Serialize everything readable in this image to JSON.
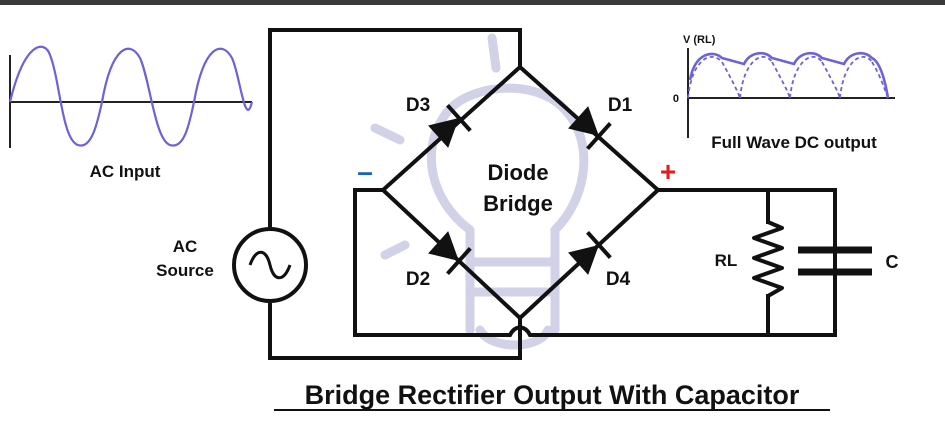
{
  "title": "Bridge Rectifier Output With Capacitor",
  "ac_input_label": "AC Input",
  "ac_source_label_line1": "AC",
  "ac_source_label_line2": "Source",
  "diode_bridge_line1": "Diode",
  "diode_bridge_line2": "Bridge",
  "diodes": {
    "d1": "D1",
    "d2": "D2",
    "d3": "D3",
    "d4": "D4"
  },
  "negative_terminal": "–",
  "positive_terminal": "+",
  "resistor_label": "RL",
  "capacitor_label": "C",
  "output_graph": {
    "y_label": "V (RL)",
    "zero_label": "0",
    "caption": "Full Wave DC output"
  },
  "colors": {
    "wave": "#6b63d6",
    "negative": "#1565c0",
    "positive": "#e21b1b",
    "watermark": "#c9c9e3"
  }
}
